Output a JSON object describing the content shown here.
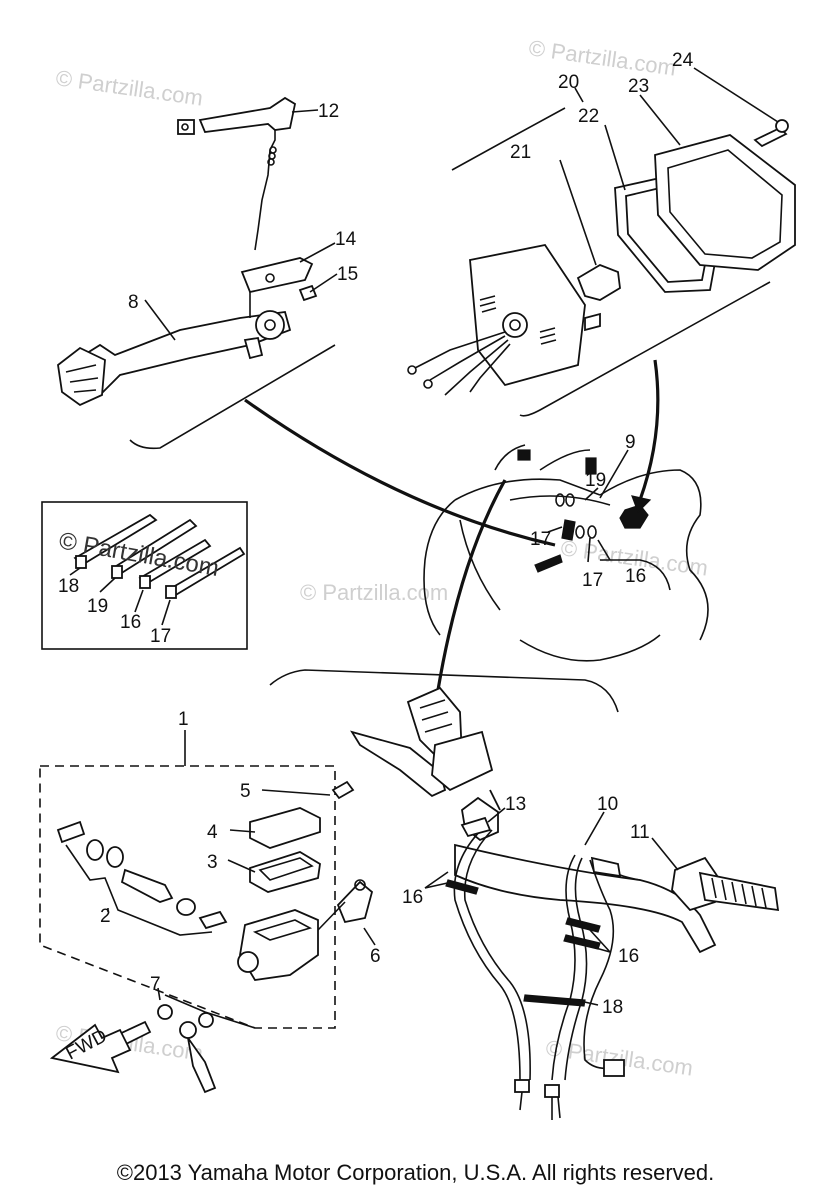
{
  "watermarks": [
    "© Partzilla.com",
    "© Partzilla.com",
    "© Partzilla.com",
    "© Partzilla.com",
    "© Partzilla.com",
    "© Partzilla.com"
  ],
  "inset_watermark": "© Partzilla.com",
  "fwd_label": "FWD",
  "callouts": {
    "c1": "1",
    "c2": "2",
    "c3": "3",
    "c4": "4",
    "c5": "5",
    "c6": "6",
    "c7": "7",
    "c8": "8",
    "c9": "9",
    "c10": "10",
    "c11": "11",
    "c12": "12",
    "c13": "13",
    "c14": "14",
    "c15": "15",
    "c16a": "16",
    "c16b": "16",
    "c16c": "16",
    "c16d": "16",
    "c17a": "17",
    "c17b": "17",
    "c17c": "17",
    "c18a": "18",
    "c18b": "18",
    "c19a": "19",
    "c19b": "19",
    "c20": "20",
    "c21": "21",
    "c22": "22",
    "c23": "23",
    "c24": "24"
  },
  "copyright": "©2013  Yamaha Motor Corporation, U.S.A. All rights reserved."
}
